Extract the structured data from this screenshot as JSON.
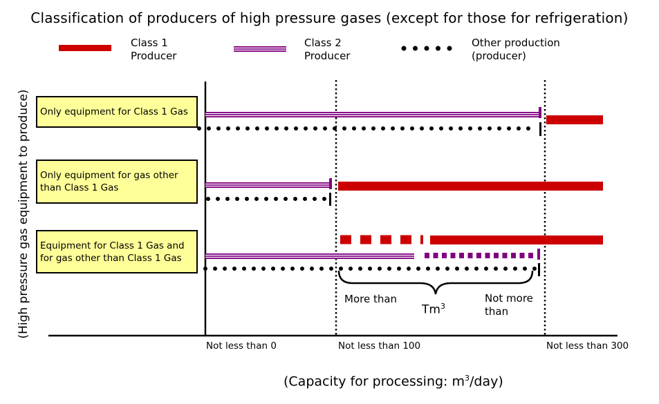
{
  "title": "Classification of producers of high pressure gases (except for those for refrigeration)",
  "legend": [
    {
      "name": "class1",
      "line1": "Class 1",
      "line2": "Producer"
    },
    {
      "name": "class2",
      "line1": "Class 2",
      "line2": "Producer"
    },
    {
      "name": "other",
      "line1": "Other production",
      "line2": "(producer)"
    }
  ],
  "y_axis_title": "(High pressure gas equipment to produce)",
  "rows": [
    {
      "label": "Only equipment for Class 1 Gas"
    },
    {
      "label": "Only equipment for gas other than Class 1 Gas"
    },
    {
      "label": "Equipment for Class 1 Gas and for gas other than Class 1 Gas"
    }
  ],
  "x_ticks": [
    "Not less than 0",
    "Not less than 100",
    "Not less than 300"
  ],
  "x_axis_title": {
    "text": "(Capacity for processing: m",
    "sup": "3",
    "end": "/day)"
  },
  "annotation": {
    "more_than": "More than",
    "tm": "Tm",
    "tm_sup": "3",
    "not_more_line1": "Not more",
    "not_more_line2": "than"
  },
  "colors": {
    "class1": "#cc0000",
    "class2": "#800080",
    "box": "#ffff99"
  }
}
